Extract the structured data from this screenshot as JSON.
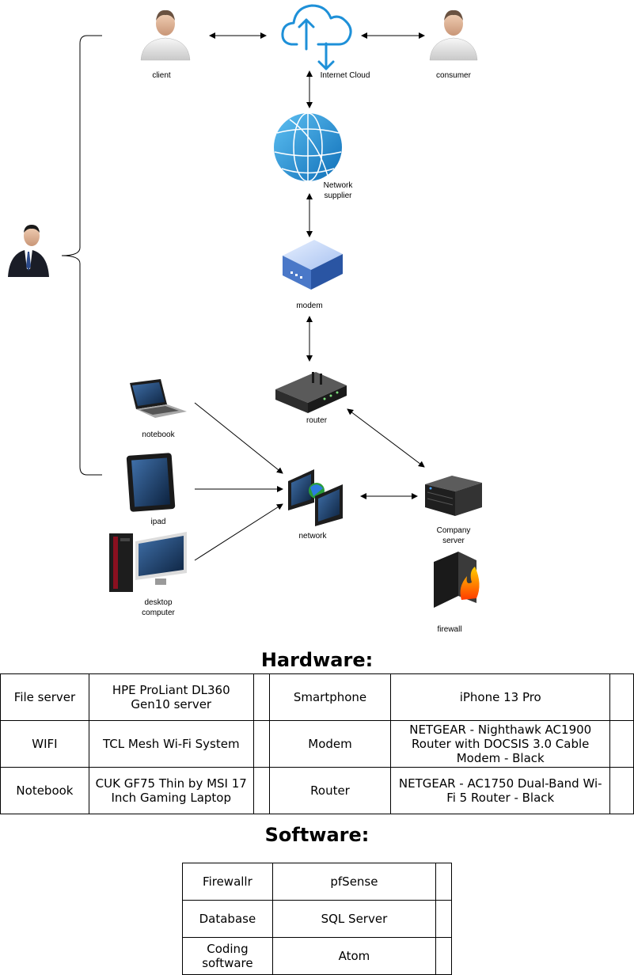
{
  "diagram": {
    "nodes": {
      "client": "client",
      "internet_cloud": "Internet Cloud",
      "consumer": "consumer",
      "network_supplier": "Network\nsupplier",
      "modem": "modem",
      "router": "router",
      "notebook": "notebook",
      "ipad": "ipad",
      "desktop_computer": "desktop\ncomputer",
      "network": "network",
      "company_server": "Company\nserver",
      "firewall": "firewall"
    },
    "icons": [
      "user-icon",
      "cloud-upload-icon",
      "globe-icon",
      "modem-icon",
      "router-icon",
      "laptop-icon",
      "tablet-icon",
      "desktop-icon",
      "network-computers-icon",
      "server-icon",
      "firewall-icon",
      "manager-icon"
    ],
    "colors": {
      "cloud": "#1e90d8",
      "globe": "#1f8fd6",
      "modem": "#4a78c8",
      "line": "#000000"
    }
  },
  "hardware": {
    "title": "Hardware:",
    "rows": [
      [
        "File server",
        "HPE ProLiant DL360 Gen10 server",
        "",
        "Smartphone",
        "iPhone 13 Pro",
        ""
      ],
      [
        "WIFI",
        "TCL Mesh Wi-Fi System",
        "",
        "Modem",
        "NETGEAR - Nighthawk AC1900 Router with DOCSIS 3.0 Cable Modem - Black",
        ""
      ],
      [
        "Notebook",
        "CUK GF75 Thin by MSI 17 Inch Gaming Laptop",
        "",
        "Router",
        "NETGEAR - AC1750 Dual-Band Wi-Fi 5 Router - Black",
        ""
      ]
    ]
  },
  "software": {
    "title": "Software:",
    "rows": [
      [
        "Firewallr",
        "pfSense",
        ""
      ],
      [
        "Database",
        "SQL Server",
        ""
      ],
      [
        "Coding software",
        "Atom",
        ""
      ]
    ]
  }
}
